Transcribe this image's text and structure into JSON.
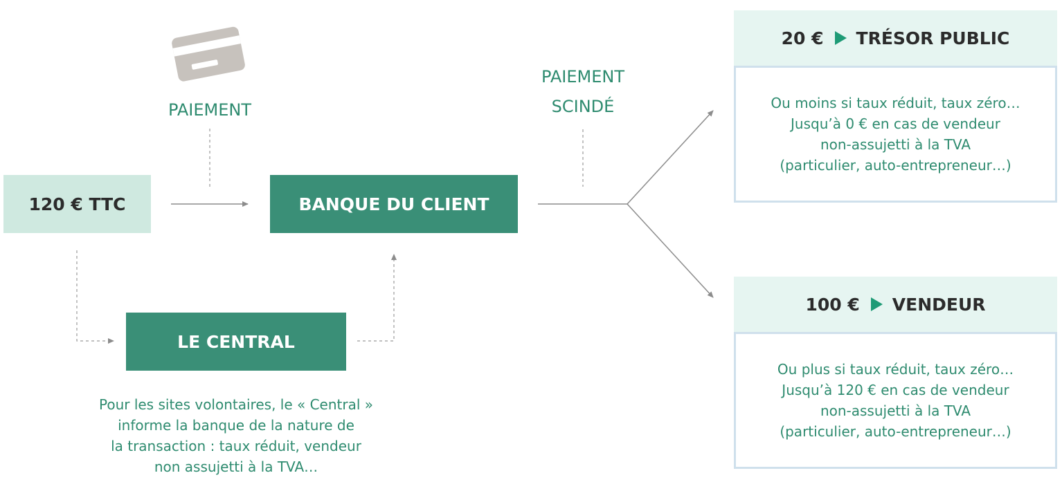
{
  "ttc_box": {
    "label": "120 € TTC"
  },
  "paiement_label": "PAIEMENT",
  "banque_box": {
    "label": "BANQUE DU CLIENT"
  },
  "central_box": {
    "label": "LE CENTRAL"
  },
  "central_note": [
    "Pour les sites volontaires, le « Central »",
    "informe la banque  de la nature de",
    "la transaction : taux réduit, vendeur",
    "non assujetti à la TVA…"
  ],
  "paiement_scinde_label": [
    "PAIEMENT",
    "SCINDÉ"
  ],
  "tresor": {
    "amount": "20 €",
    "recipient": "TRÉSOR PUBLIC",
    "note": [
      "Ou moins si taux réduit, taux zéro…",
      "Jusqu’à 0 € en cas de vendeur",
      "non-assujetti à la TVA",
      "(particulier, auto-entrepreneur…)"
    ]
  },
  "vendeur": {
    "amount": "100 €",
    "recipient": "VENDEUR",
    "note": [
      "Ou plus si taux réduit, taux zéro…",
      "Jusqu’à 120 € en cas de vendeur",
      "non-assujetti à la TVA",
      "(particulier, auto-entrepreneur…)"
    ]
  },
  "icons": {
    "payment": "credit-card-icon",
    "arrow": "play-triangle-icon"
  },
  "colors": {
    "accent_green": "#3a8f77",
    "text_green": "#2e8b6f",
    "light_green": "#cfe9e0",
    "pale_green": "#e6f5f1",
    "border_blue": "#cfe0ec",
    "triangle_green": "#1e9b76",
    "icon_gray": "#c7c2bd"
  }
}
